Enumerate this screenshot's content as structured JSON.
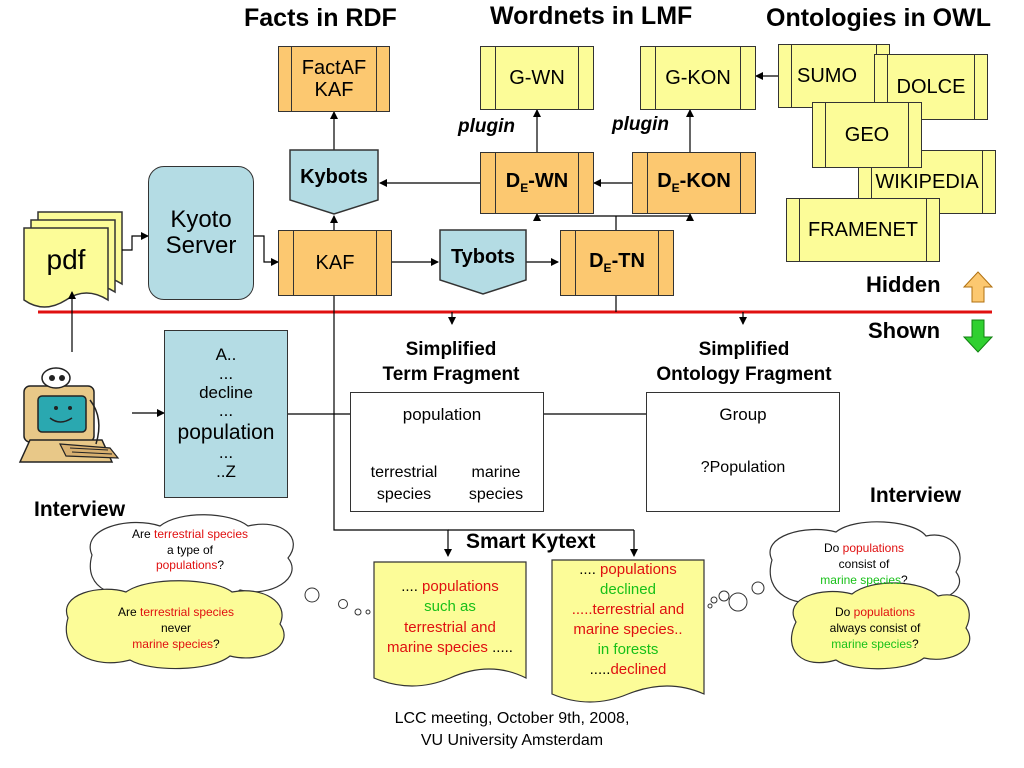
{
  "titles": {
    "facts": "Facts in RDF",
    "wordnets": "Wordnets in LMF",
    "ontologies": "Ontologies in OWL"
  },
  "boxes": {
    "factaf_line1": "FactAF",
    "factaf_line2": "KAF",
    "gwn": "G-WN",
    "gkon": "G-KON",
    "sumo": "SUMO",
    "dolce": "DOLCE",
    "geo": "GEO",
    "wikipedia": "WIKIPEDIA",
    "framenet": "FRAMENET",
    "kybots": "Kybots",
    "kyoto_line1": "Kyoto",
    "kyoto_line2": "Server",
    "pdf": "pdf",
    "kaf": "KAF",
    "tybots": "Tybots",
    "dwn": {
      "main": "D",
      "sub": "E",
      "rest": "-WN"
    },
    "dkon": {
      "main": "D",
      "sub": "E",
      "rest": "-KON"
    },
    "dtn": {
      "main": "D",
      "sub": "E",
      "rest": "-TN"
    }
  },
  "plugin_left": "plugin",
  "plugin_right": "plugin",
  "hidden": "Hidden",
  "shown": "Shown",
  "text_list": [
    "A..",
    "...",
    "decline",
    "...",
    "population",
    "...",
    "..Z"
  ],
  "term_fragment": {
    "title_line1": "Simplified",
    "title_line2": "Term Fragment",
    "root": "population",
    "child1_line1": "terrestrial",
    "child1_line2": "species",
    "child2_line1": "marine",
    "child2_line2": "species"
  },
  "onto_fragment": {
    "title_line1": "Simplified",
    "title_line2": "Ontology Fragment",
    "root": "Group",
    "child": "?Population"
  },
  "interview_left": "Interview",
  "interview_right": "Interview",
  "smart_kytext": "Smart Kytext",
  "cloud_left_top": {
    "p1": "Are ",
    "p2": "terrestrial species",
    "p3": "a type of",
    "p4": "populations",
    "p5": "?"
  },
  "cloud_left_bottom": {
    "p1": "Are ",
    "p2": "terrestrial species",
    "p3": "never",
    "p4": "marine species",
    "p5": "?"
  },
  "cloud_right_top": {
    "p1": "Do ",
    "p2": "populations",
    "p3": "consist of",
    "p4": "marine species",
    "p5": "?"
  },
  "cloud_right_bottom": {
    "p1": "Do ",
    "p2": "populations",
    "p3": "always consist of",
    "p4": "marine species",
    "p5": "?"
  },
  "doc1": {
    "l1a": ".... ",
    "l1b": "populations",
    "l2": "such as",
    "l3": "terrestrial and",
    "l4a": "marine species",
    "l4b": " ....."
  },
  "doc2": {
    "l1a": ".... ",
    "l1b": "populations",
    "l2": "declined",
    "l3": ".....terrestrial and",
    "l4": "marine species..",
    "l5": "in forests",
    "l6a": ".....",
    "l6b": "declined"
  },
  "footer_line1": "LCC meeting, October 9th, 2008,",
  "footer_line2": "VU University Amsterdam",
  "colors": {
    "orange": "#fcc870",
    "yellow": "#fcfc98",
    "lightblue": "#b4dce4",
    "red_line": "#e01010",
    "red_text": "#e01010",
    "green_text": "#18c018"
  }
}
